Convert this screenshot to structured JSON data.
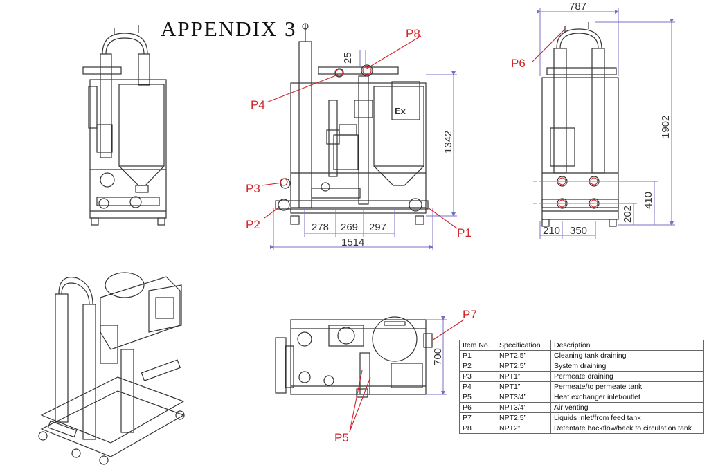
{
  "title": "APPENDIX 3",
  "dimensions": {
    "front_total_width": "1514",
    "front_height": "1342",
    "front_seg1": "278",
    "front_seg2": "269",
    "front_seg3": "297",
    "front_top": "25",
    "side_width": "787",
    "side_height": "1902",
    "side_410": "410",
    "side_202": "202",
    "side_210": "210",
    "side_350": "350",
    "top_depth": "700"
  },
  "point_labels": {
    "p1": "P1",
    "p2": "P2",
    "p3": "P3",
    "p4": "P4",
    "p5": "P5",
    "p6": "P6",
    "p7": "P7",
    "p8": "P8"
  },
  "spec_table": {
    "headers": [
      "Item No.",
      "Specification",
      "Description"
    ],
    "rows": [
      [
        "P1",
        "NPT2.5”",
        "Cleaning tank draining"
      ],
      [
        "P2",
        "NPT2.5”",
        "System draining"
      ],
      [
        "P3",
        "NPT1”",
        "Permeate draining"
      ],
      [
        "P4",
        "NPT1”",
        "Permeate/to permeate tank"
      ],
      [
        "P5",
        "NPT3/4”",
        "Heat exchanger inlet/outlet"
      ],
      [
        "P6",
        "NPT3/4”",
        "Air venting"
      ],
      [
        "P7",
        "NPT2.5”",
        "Liquids inlet/from feed tank"
      ],
      [
        "P8",
        "NPT2”",
        "Retentate backflow/back to circulation tank"
      ]
    ]
  },
  "colors": {
    "callout": "#d2232a",
    "dimension": "#7b6fc4",
    "linework": "#333333"
  }
}
